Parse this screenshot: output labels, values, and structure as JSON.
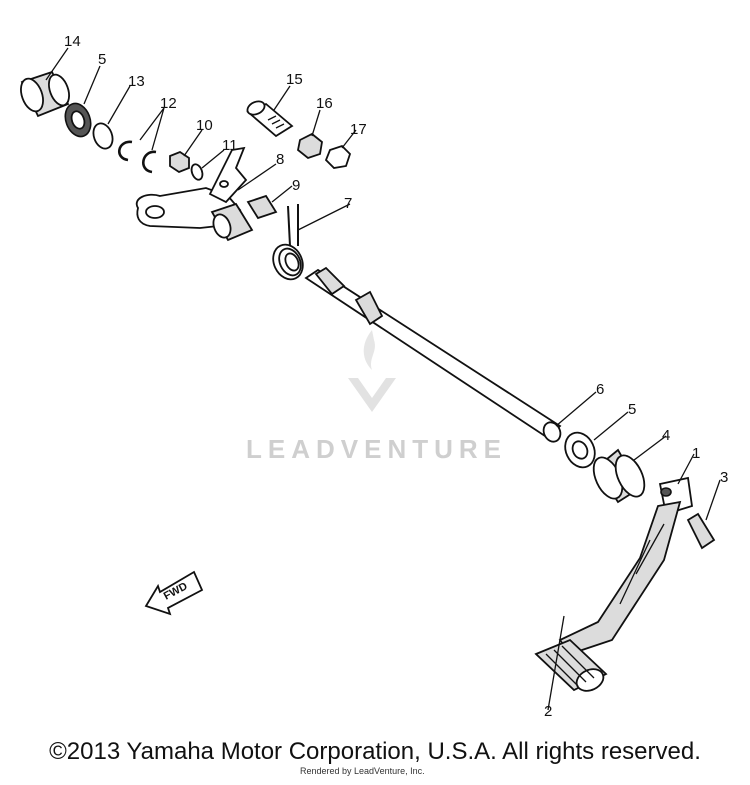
{
  "diagram": {
    "part_labels": {
      "p1": "1",
      "p2": "2",
      "p3": "3",
      "p4": "4",
      "p5a": "5",
      "p5b": "5",
      "p6": "6",
      "p7": "7",
      "p8": "8",
      "p9": "9",
      "p10": "10",
      "p11": "11",
      "p12": "12",
      "p13": "13",
      "p14": "14",
      "p15": "15",
      "p16": "16",
      "p17": "17"
    },
    "fwd_label": "FWD",
    "watermark": "LEADVENTURE"
  },
  "footer": {
    "copyright": "©2013 Yamaha Motor Corporation, U.S.A. All rights reserved.",
    "rendered_by": "Rendered by LeadVenture, Inc."
  }
}
